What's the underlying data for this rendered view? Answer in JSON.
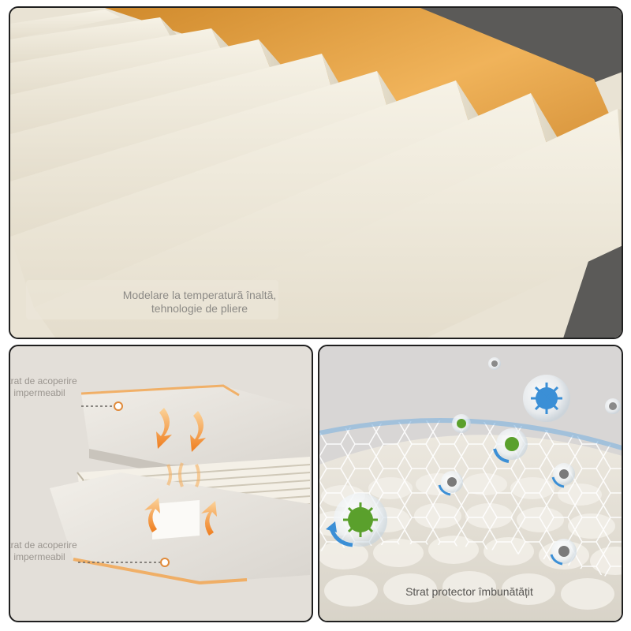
{
  "top_panel": {
    "caption_line1": "Modelare la temperatură înaltă,",
    "caption_line2": "tehnologie de pliere"
  },
  "bottom_left_panel": {
    "upper_label": "Strat de acoperire impermeabil",
    "lower_label": "Strat de acoperire impermeabil"
  },
  "bottom_right_panel": {
    "caption": "Strat protector îmbunătățit"
  },
  "colors": {
    "fabric": "#f1ecdf",
    "warm_glow": "#e9a640",
    "frame_dark": "#5b5a58",
    "arrow_orange": "#f08a24",
    "virus_green": "#5aa02c",
    "virus_blue": "#3b8fd6",
    "net_white": "#ffffff"
  }
}
